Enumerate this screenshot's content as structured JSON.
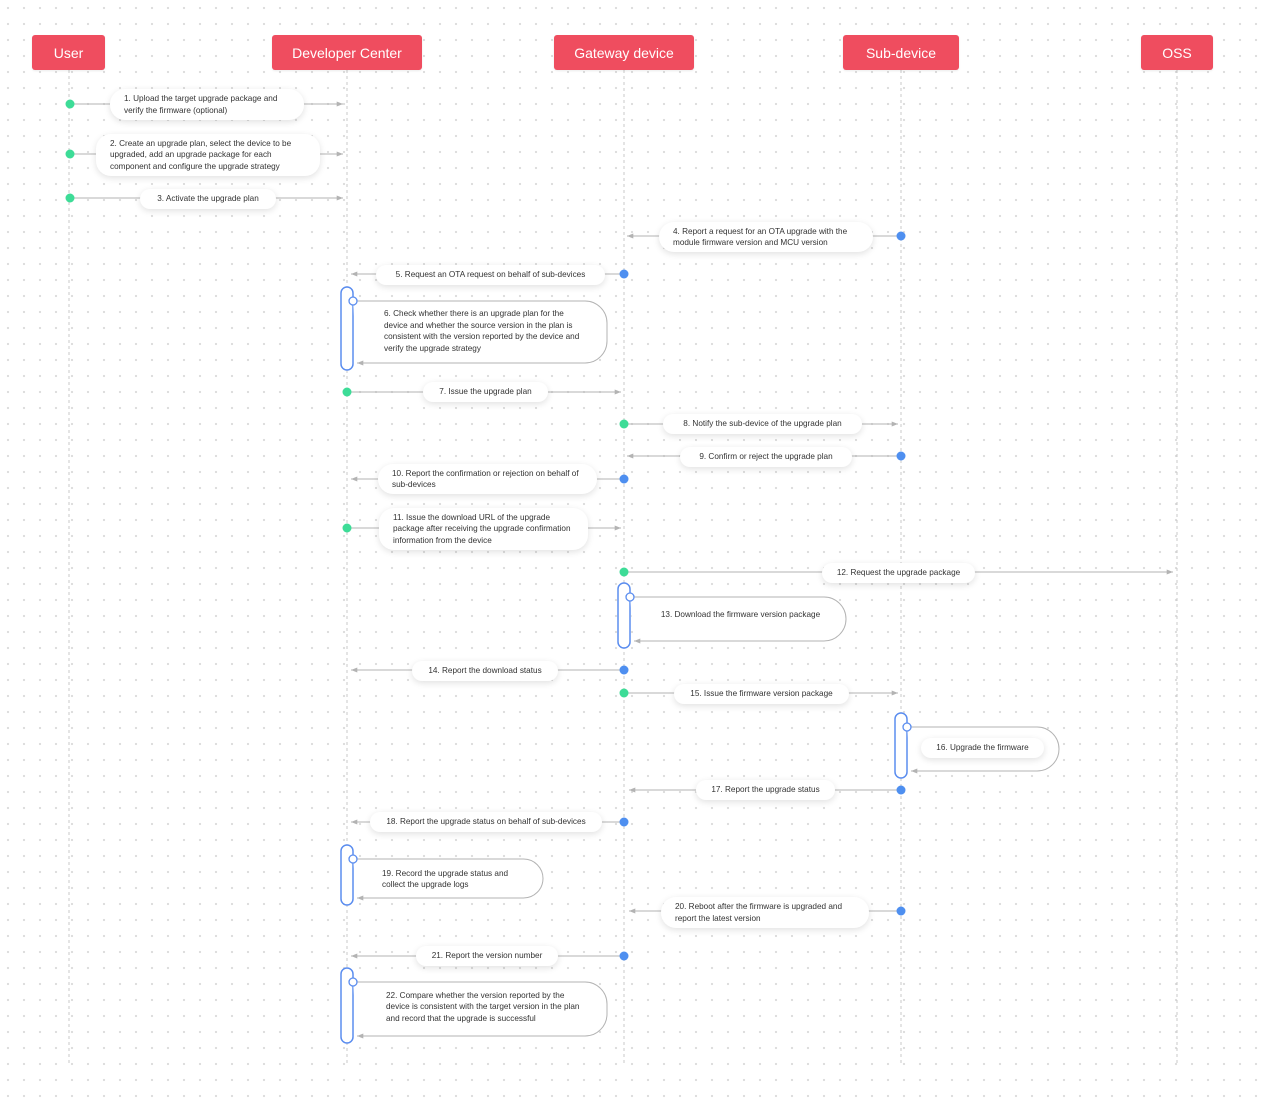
{
  "participants": [
    "User",
    "Developer Center",
    "Gateway device",
    "Sub-device",
    "OSS"
  ],
  "colors": {
    "header": "#ef4d5f",
    "send_dot": "#3ddc97",
    "reply_dot": "#4e8ff0",
    "activation": "#5b8def",
    "arrow": "#b3b3b3",
    "lifeline": "#c8c8c8"
  },
  "steps": [
    "1. Upload the target upgrade package and verify the firmware (optional)",
    "2. Create an upgrade plan, select the device to be upgraded, add an upgrade package for each component and configure the upgrade strategy",
    "3. Activate the upgrade plan",
    "4. Report a request for an OTA upgrade with the module firmware version and MCU version",
    "5. Request an OTA request on behalf of sub-devices",
    "6. Check whether there is an upgrade plan for the device and whether the source version in the plan is consistent with the version reported by the device and verify the upgrade strategy",
    "7. Issue the upgrade plan",
    "8. Notify the sub-device of the upgrade plan",
    "9. Confirm or reject the upgrade plan",
    "10. Report the confirmation or rejection on behalf of sub-devices",
    "11. Issue the download URL of the upgrade package after receiving the upgrade confirmation information from the device",
    "12. Request the upgrade package",
    "13. Download the firmware version package",
    "14. Report the download status",
    "15. Issue the firmware version package",
    "16. Upgrade the firmware",
    "17. Report the upgrade status",
    "18. Report the upgrade status on behalf of sub-devices",
    "19. Record the upgrade status and collect the upgrade logs",
    "20. Reboot after the firmware is upgraded and report the latest version",
    "21. Report the version number",
    "22. Compare whether the version reported by the device is consistent with the target version in the plan and record that the upgrade is successful"
  ]
}
